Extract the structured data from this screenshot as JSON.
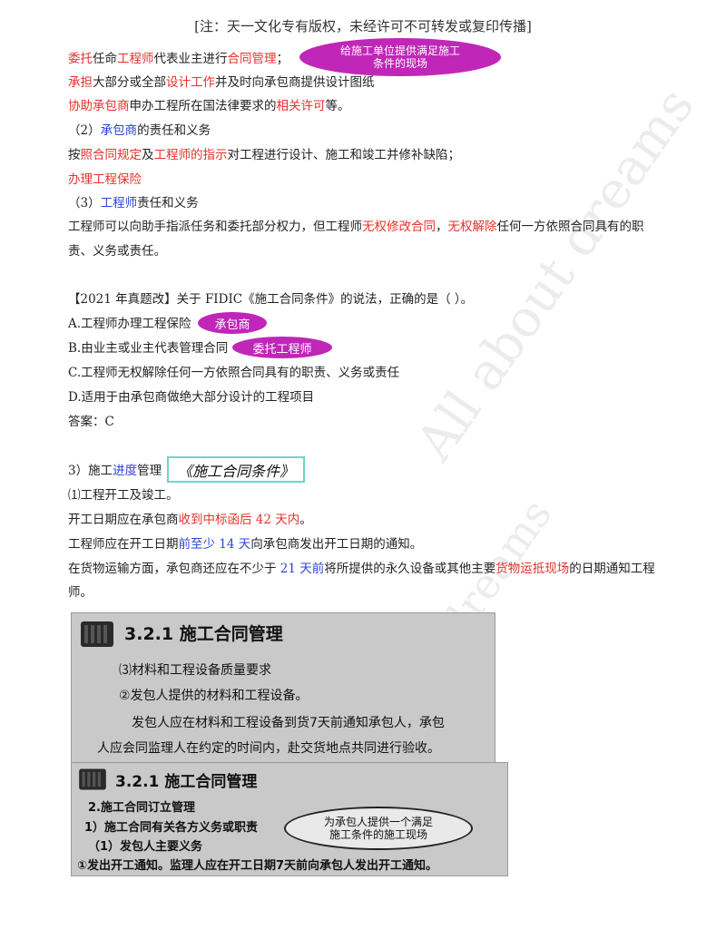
{
  "header": "[注：天一文化专有版权，未经许可不可转发或复印传播]",
  "bubble_site": "给施工单位提供满足施工\n条件的现场",
  "lines": {
    "l1a": "委托",
    "l1b": "任命",
    "l1c": "工程师",
    "l1d": "代表业主进行",
    "l1e": "合同管理",
    "l1f": "；",
    "l2a": "承担",
    "l2b": "大部分或全部",
    "l2c": "设计工作",
    "l2d": "并及时向承包商提供设计图纸",
    "l3a": "协助承包商",
    "l3b": "申办工程所在国法律要求的",
    "l3c": "相关许可",
    "l3d": "等。",
    "l4a": "（2）",
    "l4b": "承包商",
    "l4c": "的责任和义务",
    "l5a": "按",
    "l5b": "照合同规定",
    "l5c": "及",
    "l5d": "工程师的指示",
    "l5e": "对工程进行设计、施工和竣工并修补缺陷；",
    "l6": "办理工程保险",
    "l7a": "（3）",
    "l7b": "工程师",
    "l7c": "责任和义务",
    "l8a": "工程师可以向助手指派任务和委托部分权力，但工程师",
    "l8b": "无权修改合同",
    "l8c": "，",
    "l8d": "无权解除",
    "l8e": "任何一方依照合同具有的职",
    "l9": "责、义务或责任。",
    "q": "【2021 年真题改】关于 FIDIC《施工合同条件》的说法，正确的是（   ）。",
    "qa": "A.工程师办理工程保险",
    "qb": "B.由业主或业主代表管理合同",
    "qc": "C.工程师无权解除任何一方依照合同具有的职责、义务或责任",
    "qd": "D.适用于由承包商做绝大部分设计的工程项目",
    "ans": "答案：C",
    "s3a": "3）施工",
    "s3b": "进度",
    "s3c": "管理",
    "p1": "⑴工程开工及竣工。",
    "p2a": "开工日期应在承包商",
    "p2b": "收到中标函后 42 天内",
    "p2c": "。",
    "p3a": "工程师应在开工日期",
    "p3b": "前至少 14 天",
    "p3c": "向承包商发出开工日期的通知。",
    "p4a": "在货物运输方面，承包商还应在不少于 ",
    "p4b": "21 天前",
    "p4c": "将所提供的永久设备或其他主要",
    "p4d": "货物运抵现场",
    "p4e": "的日期通知工程",
    "p5": "师。"
  },
  "bubble_a": "承包商",
  "bubble_b": "委托工程师",
  "box_label": "《施工合同条件》",
  "watermarks": [
    "All about dreams",
    "dreams"
  ],
  "slide1": {
    "title": "3.2.1  施工合同管理",
    "l1": "⑶材料和工程设备质量要求",
    "l2": "②发包人提供的材料和工程设备。",
    "l3": "发包人应在材料和工程设备到货7天前通知承包人，承包",
    "l4": "人应会同监理人在约定的时间内，赴交货地点共同进行验收。"
  },
  "slide2": {
    "title": "3.2.1  施工合同管理",
    "l1": "2.施工合同订立管理",
    "l2": "1）施工合同有关各方义务或职责",
    "l3": "（1）发包人主要义务",
    "l4": "①发出开工通知。监理人应在开工日期7天前向承包人发出开工通知。",
    "cloud": "为承包人提供一个满足\n施工条件的施工现场"
  },
  "colors": {
    "red": "#e8312a",
    "blue": "#2a46d6",
    "bubble": "#c026b8",
    "box_border": "#6fd6c4"
  }
}
